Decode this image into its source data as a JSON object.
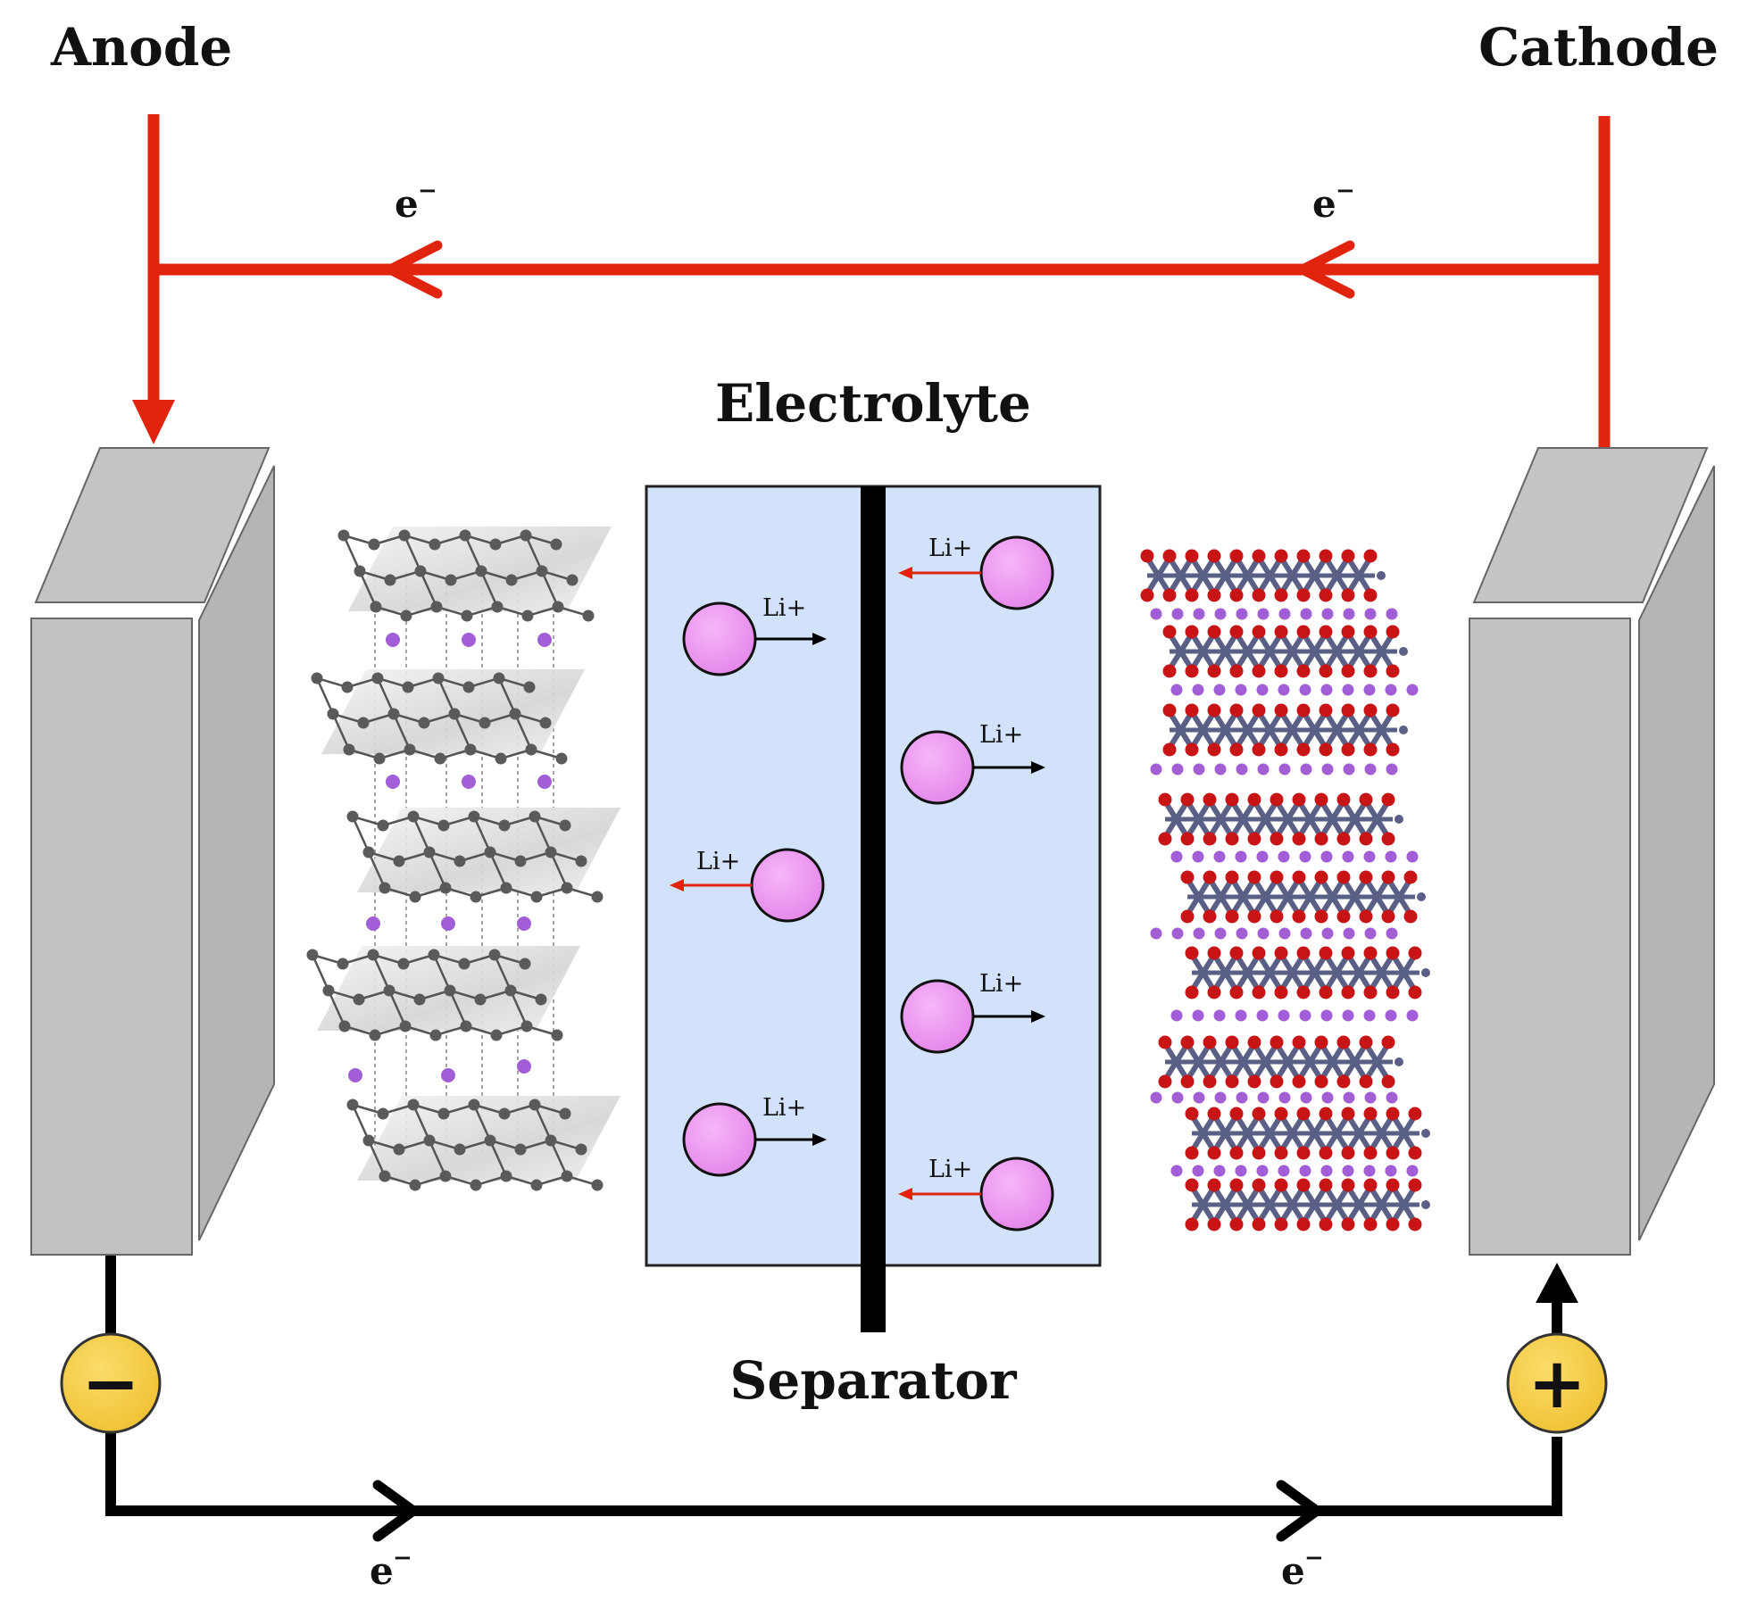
{
  "labels": {
    "anode": "Anode",
    "cathode": "Cathode",
    "electrolyte": "Electrolyte",
    "separator": "Separator",
    "electron": "e",
    "electron_charge": "−",
    "lithium_ion": "Li+",
    "negative_terminal": "−",
    "positive_terminal": "+"
  },
  "colors": {
    "charging_wire": "#e0240e",
    "discharge_wire": "#000000",
    "electrolyte_fill": "#d3e2fb",
    "ion_fill": "#ee8ef2",
    "terminal_fill": "#f5cc3e",
    "electrode_fill": "#c2c2c2",
    "anode_atom": "#5a5a5a",
    "anode_lithium": "#a25ed6",
    "cathode_oxygen": "#c81414",
    "cathode_metal": "#5a5f86",
    "cathode_lithium": "#a25ed6"
  },
  "ions": [
    {
      "region": "left",
      "row": 1,
      "direction": "right"
    },
    {
      "region": "left",
      "row": 2,
      "direction": "left"
    },
    {
      "region": "left",
      "row": 3,
      "direction": "right"
    },
    {
      "region": "right",
      "row": 1,
      "direction": "left"
    },
    {
      "region": "right",
      "row": 2,
      "direction": "right"
    },
    {
      "region": "right",
      "row": 3,
      "direction": "right"
    },
    {
      "region": "right",
      "row": 4,
      "direction": "left"
    }
  ]
}
